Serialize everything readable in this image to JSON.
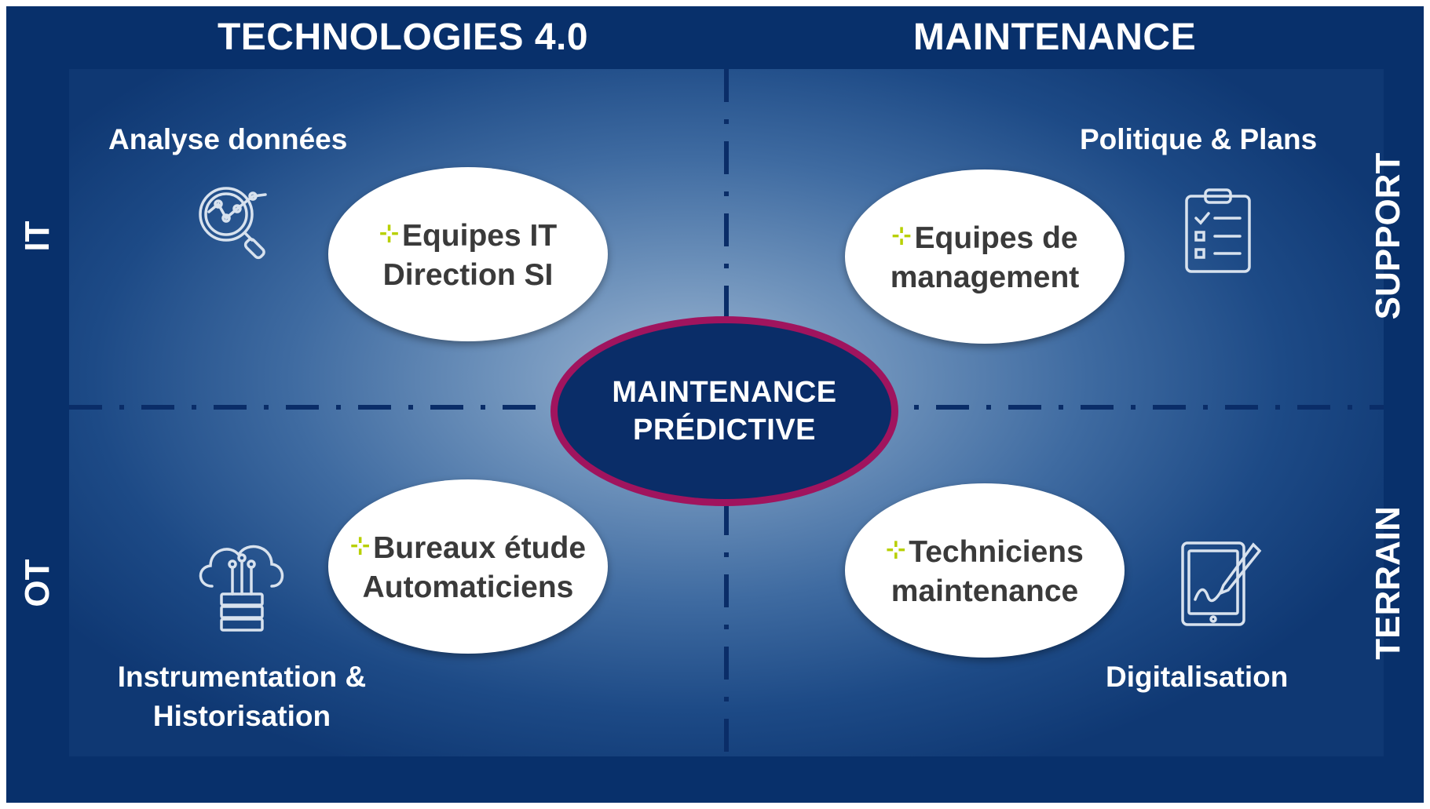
{
  "header": {
    "left_title": "TECHNOLOGIES 4.0",
    "right_title": "MAINTENANCE"
  },
  "side_labels": {
    "left_top": "IT",
    "left_bottom": "OT",
    "right_top": "SUPPORT",
    "right_bottom": "TERRAIN"
  },
  "quadrants": {
    "top_left": {
      "label": "Analyse données",
      "icon": "data-analysis-icon",
      "bubble_line1": "Equipes IT",
      "bubble_line2": "Direction SI"
    },
    "top_right": {
      "label": "Politique & Plans",
      "icon": "clipboard-checklist-icon",
      "bubble_line1": "Equipes de",
      "bubble_line2": "management"
    },
    "bottom_left": {
      "label_line1": "Instrumentation &",
      "label_line2": "Historisation",
      "icon": "cloud-server-icon",
      "bubble_line1": "Bureaux étude",
      "bubble_line2": "Automaticiens"
    },
    "bottom_right": {
      "label": "Digitalisation",
      "icon": "tablet-pen-icon",
      "bubble_line1": "Techniciens",
      "bubble_line2": "maintenance"
    }
  },
  "center": {
    "line1": "MAINTENANCE",
    "line2": "PRÉDICTIVE"
  },
  "colors": {
    "frame": "#08306b",
    "accent_spark": "#b8d000",
    "center_border": "#a0145e",
    "center_fill": "#0a2d68"
  }
}
